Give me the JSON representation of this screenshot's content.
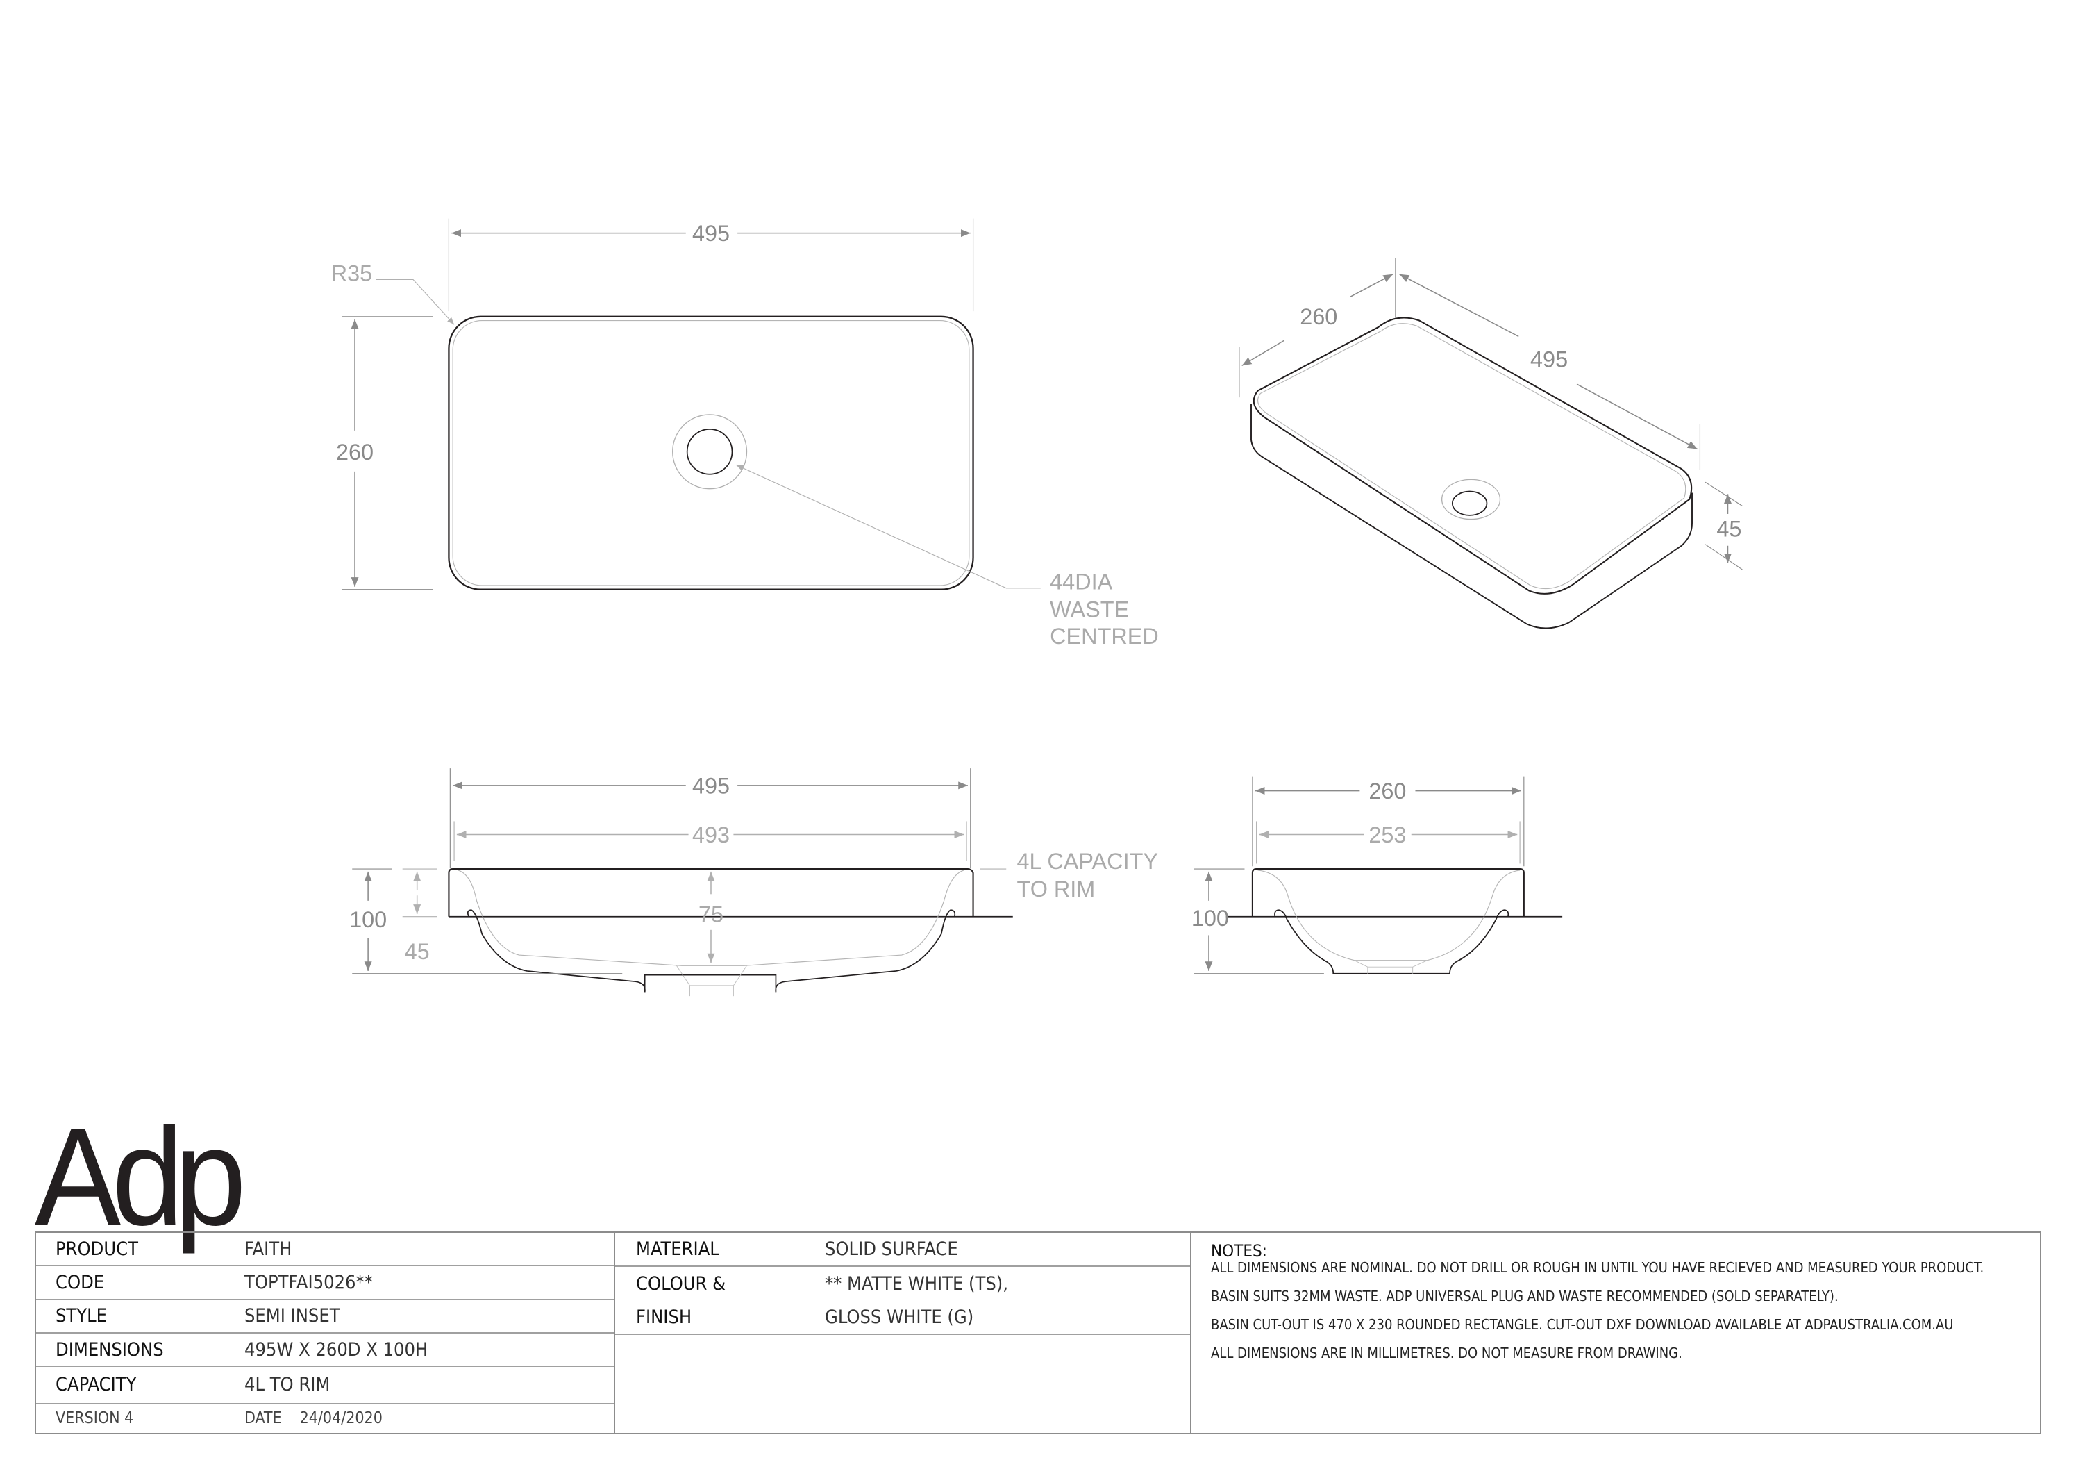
{
  "drawing": {
    "plan_view": {
      "width_dim": "495",
      "depth_dim": "260",
      "corner_radius": "R35",
      "waste_callout": [
        "44DIA",
        "WASTE",
        "CENTRED"
      ]
    },
    "iso_view": {
      "depth_dim": "260",
      "width_dim": "495",
      "height_dim": "45"
    },
    "front_section": {
      "overall_width": "495",
      "inner_width": "493",
      "overall_height": "100",
      "above_counter": "45",
      "bowl_depth": "75",
      "capacity_note": [
        "4L CAPACITY",
        "TO RIM"
      ]
    },
    "side_section": {
      "overall_depth": "260",
      "inner_depth": "253",
      "overall_height": "100"
    }
  },
  "brand": {
    "logo_text": "Adp"
  },
  "spec_table": {
    "left": [
      {
        "label": "PRODUCT",
        "value": "FAITH"
      },
      {
        "label": "CODE",
        "value": "TOPTFAI5026**"
      },
      {
        "label": "STYLE",
        "value": "SEMI INSET"
      },
      {
        "label": "DIMENSIONS",
        "value": "495W X 260D X 100H"
      },
      {
        "label": "CAPACITY",
        "value": "4L  TO RIM"
      }
    ],
    "footer": {
      "version": "VERSION 4",
      "date_label": "DATE",
      "date_value": "24/04/2020"
    },
    "right": [
      {
        "label": "MATERIAL",
        "value": "SOLID SURFACE"
      },
      {
        "label": "COLOUR &",
        "value": "** MATTE WHITE (TS),"
      },
      {
        "label": "FINISH",
        "value": "GLOSS WHITE (G)"
      }
    ],
    "notes": {
      "title": "NOTES:",
      "items": [
        "ALL DIMENSIONS ARE NOMINAL. DO NOT DRILL OR ROUGH IN UNTIL YOU HAVE RECIEVED AND MEASURED YOUR PRODUCT.",
        "BASIN SUITS 32MM WASTE. ADP UNIVERSAL PLUG AND WASTE RECOMMENDED (SOLD SEPARATELY).",
        "BASIN CUT-OUT IS 470 X 230 ROUNDED RECTANGLE. CUT-OUT DXF DOWNLOAD AVAILABLE AT ADPAUSTRALIA.COM.AU",
        "ALL DIMENSIONS ARE IN MILLIMETRES. DO NOT MEASURE FROM DRAWING."
      ]
    }
  },
  "colors": {
    "outline": "#231f20",
    "dimension": "#8a8a8a",
    "hidden_line": "#b5b5b5",
    "table_border": "#8c8c8c"
  }
}
